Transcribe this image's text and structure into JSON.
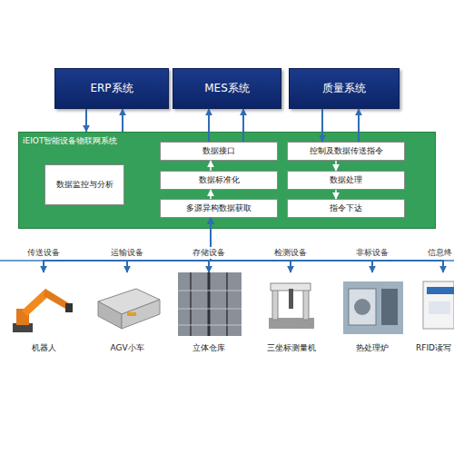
{
  "diagram": {
    "nodes": [
      {
        "text": [
          "ERP系统"
        ]
      },
      {
        "text": [
          "MES系统"
        ]
      },
      {
        "text": [
          "质量系统"
        ]
      },
      {
        "text": [
          "iEIOT智能设备物联网系统"
        ]
      },
      {
        "text": [
          "数据监控与分析"
        ],
        "in": 3
      },
      {
        "text": [
          "数据接口"
        ],
        "in": 3
      },
      {
        "text": [
          "数据标准化"
        ],
        "in": 3
      },
      {
        "text": [
          "多源异构数据获取"
        ],
        "in": 3
      },
      {
        "text": [
          "控制及数据传送指令"
        ],
        "in": 3
      },
      {
        "text": [
          "数据处理"
        ],
        "in": 3
      },
      {
        "text": [
          "指令下达"
        ],
        "in": 3
      },
      {
        "text": [
          "机器人"
        ]
      },
      {
        "text": [
          "AGV小车"
        ]
      },
      {
        "text": [
          "立体仓库"
        ]
      },
      {
        "text": [
          "三坐标测量机"
        ]
      },
      {
        "text": [
          "热处理炉"
        ]
      },
      {
        "text": [
          "RFID读写"
        ]
      }
    ],
    "edges": [
      {
        "from": 0,
        "to": 3,
        "arrow": "to"
      },
      {
        "from": 3,
        "to": 0,
        "arrow": "to"
      },
      {
        "from": 5,
        "to": 1,
        "arrow": "to"
      },
      {
        "from": 5,
        "to": 1,
        "arrow": "to"
      },
      {
        "from": 2,
        "to": 8,
        "arrow": "to"
      },
      {
        "from": 8,
        "to": 2,
        "arrow": "to"
      },
      {
        "from": 7,
        "to": 6,
        "arrow": "to"
      },
      {
        "from": 6,
        "to": 5,
        "arrow": "to"
      },
      {
        "from": 8,
        "to": 9,
        "arrow": "to"
      },
      {
        "from": 9,
        "to": 10,
        "arrow": "to"
      },
      {
        "from": 7,
        "to": 11,
        "label": "传送设备",
        "arrow": "both"
      },
      {
        "from": 7,
        "to": 12,
        "label": "运输设备",
        "arrow": "both"
      },
      {
        "from": 7,
        "to": 13,
        "label": "存储设备",
        "arrow": "both"
      },
      {
        "from": 7,
        "to": 14,
        "label": "检测设备",
        "arrow": "both"
      },
      {
        "from": 7,
        "to": 15,
        "label": "非标设备",
        "arrow": "both"
      },
      {
        "from": 7,
        "to": 16,
        "label": "信息终",
        "arrow": "both"
      }
    ]
  }
}
